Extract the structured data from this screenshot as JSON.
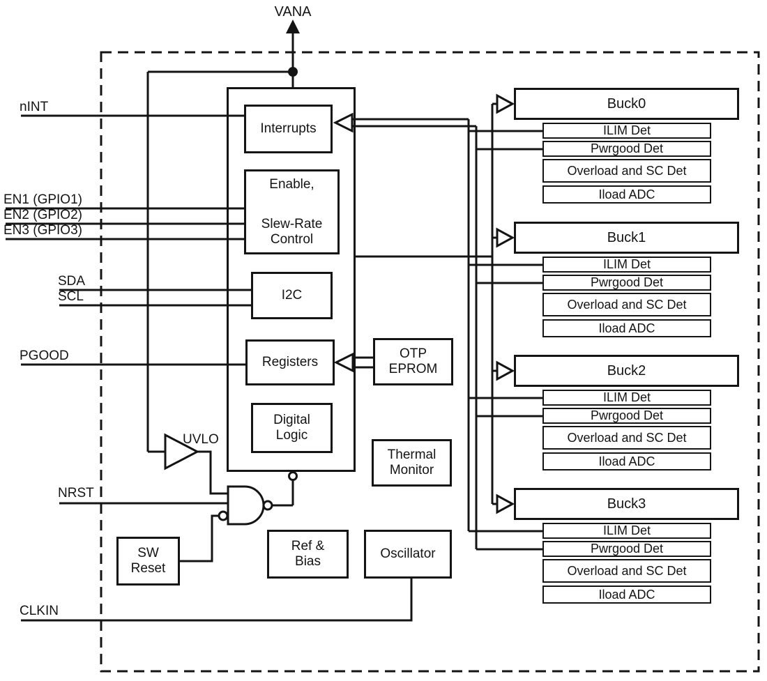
{
  "pins": {
    "vana": "VANA",
    "nint": "nINT",
    "en1": "EN1 (GPIO1)",
    "en2": "EN2 (GPIO2)",
    "en3": "EN3 (GPIO3)",
    "sda": "SDA",
    "scl": "SCL",
    "pgood": "PGOOD",
    "nrst": "NRST",
    "clkin": "CLKIN"
  },
  "core": {
    "interrupts": "Interrupts",
    "enable": {
      "line1": "Enable,",
      "line2": "Slew-Rate",
      "line3": "Control"
    },
    "i2c": "I2C",
    "registers": "Registers",
    "digital_logic": {
      "line1": "Digital",
      "line2": "Logic"
    }
  },
  "blocks": {
    "otp_eprom": {
      "line1": "OTP",
      "line2": "EPROM"
    },
    "thermal_monitor": {
      "line1": "Thermal",
      "line2": "Monitor"
    },
    "ref_bias": {
      "line1": "Ref &",
      "line2": "Bias"
    },
    "oscillator": "Oscillator",
    "sw_reset": {
      "line1": "SW",
      "line2": "Reset"
    },
    "uvlo": "UVLO"
  },
  "bucks": [
    {
      "name": "Buck0",
      "detectors": [
        "ILIM Det",
        "Pwrgood Det",
        "Overload and SC Det",
        "Iload ADC"
      ]
    },
    {
      "name": "Buck1",
      "detectors": [
        "ILIM Det",
        "Pwrgood Det",
        "Overload and SC Det",
        "Iload ADC"
      ]
    },
    {
      "name": "Buck2",
      "detectors": [
        "ILIM Det",
        "Pwrgood Det",
        "Overload and SC Det",
        "Iload ADC"
      ]
    },
    {
      "name": "Buck3",
      "detectors": [
        "ILIM Det",
        "Pwrgood Det",
        "Overload and SC Det",
        "Iload ADC"
      ]
    }
  ],
  "colors": {
    "line": "#141414",
    "background": "#ffffff"
  }
}
